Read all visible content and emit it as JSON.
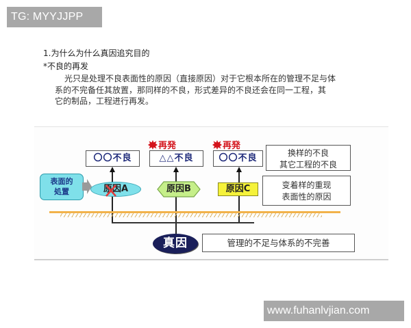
{
  "watermarks": {
    "top": "TG: MYYJJPP",
    "bottom": "www.fuhanlvjian.com"
  },
  "document": {
    "heading": "1.为什么为什么真因追究目的",
    "subheading": "*不良的再发",
    "paragraph_lines": [
      "光只是处理不良表面性的原因（直接原因）对于它根本所在的管理不足与体",
      "系的不完备任其放置，那同样的不良，形式差异的不良还会在同一工程，其",
      "它的制品，工程进行再发。"
    ]
  },
  "diagram": {
    "recurrence_label": "再発",
    "defects": [
      {
        "label": "〇〇不良",
        "recurrence": false
      },
      {
        "label": "△△不良",
        "recurrence": true
      },
      {
        "label": "〇〇不良",
        "recurrence": true
      }
    ],
    "causes": [
      {
        "label": "原因A",
        "shape": "ellipse",
        "color": "#7fe0ea",
        "crossed_out": true
      },
      {
        "label": "原因B",
        "shape": "hexagon",
        "color": "#c6ef8a",
        "crossed_out": false
      },
      {
        "label": "原因C",
        "shape": "rectangle",
        "color": "#f5f23a",
        "crossed_out": false
      }
    ],
    "surface_treatment": {
      "line1": "表面的",
      "line2": "処置"
    },
    "notes": [
      {
        "line1": "换样的不良",
        "line2": "其它工程的不良"
      },
      {
        "line1": "变着样的重现",
        "line2": "表面性的原因"
      }
    ],
    "true_cause": {
      "label": "真因",
      "description": "管理的不足与体系的不完善"
    },
    "colors": {
      "recurrence_red": "#d4141c",
      "defect_text": "#1f2a7a",
      "true_cause_bg": "#1a1f5a",
      "ground": "#f2b24a"
    }
  }
}
